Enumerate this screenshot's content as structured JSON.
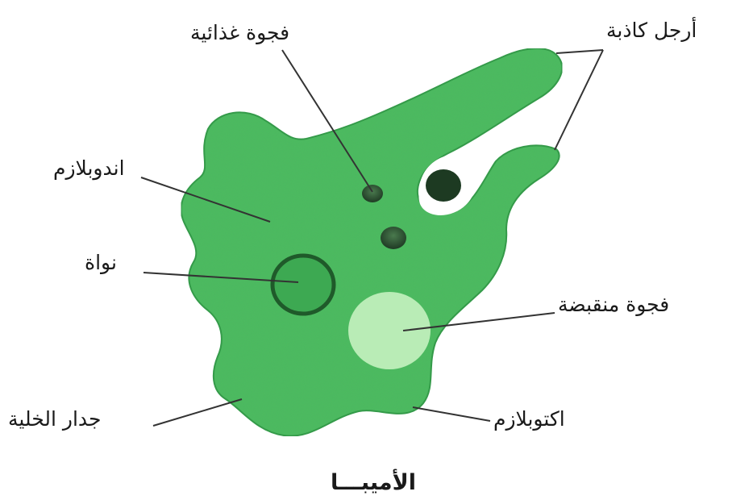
{
  "title": "الأميبـــا",
  "labels": {
    "food_vacuole": "فجوة غذائية",
    "pseudopodia": "أرجل كاذبة",
    "endoplasm": "اندوبلازم",
    "nucleus": "نواة",
    "contractile_vacuole": "فجوة منقبضة",
    "cell_membrane": "جدار الخلية",
    "ectoplasm": "اكتوبلازم"
  },
  "colors": {
    "cytoplasm": "#4cbc5e",
    "cytoplasm_edge": "#2f9a45",
    "contractile_vacuole": "#b9ecb6",
    "nucleus_ring": "#1f5a2a",
    "food_particle": "#1d3a22",
    "leader_line": "#333333"
  }
}
